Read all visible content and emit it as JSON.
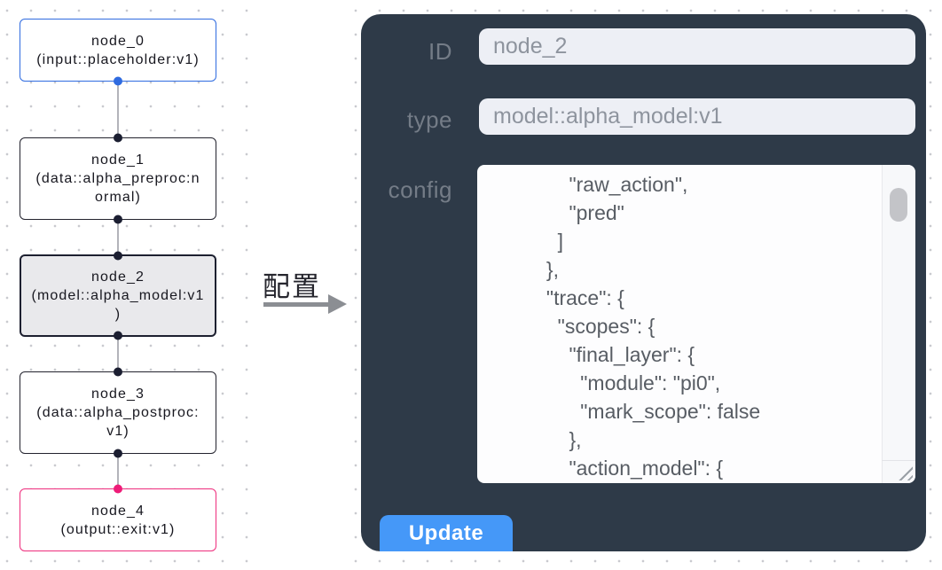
{
  "flow": {
    "nodes": [
      {
        "id": "node_0",
        "label": "node_0\n(input::placeholder:v1)"
      },
      {
        "id": "node_1",
        "label": "node_1\n(data::alpha_preproc:n\normal)"
      },
      {
        "id": "node_2",
        "label": "node_2\n(model::alpha_model:v1\n)"
      },
      {
        "id": "node_3",
        "label": "node_3\n(data::alpha_postproc:\nv1)"
      },
      {
        "id": "node_4",
        "label": "node_4\n(output::exit:v1)"
      }
    ],
    "arrow_label": "配置"
  },
  "panel": {
    "id_label": "ID",
    "id_value": "node_2",
    "type_label": "type",
    "type_value": "model::alpha_model:v1",
    "config_label": "config",
    "config_text": "              \"raw_action\",\n              \"pred\"\n            ]\n          },\n          \"trace\": {\n            \"scopes\": {\n              \"final_layer\": {\n                \"module\": \"pi0\",\n                \"mark_scope\": false\n              },\n              \"action_model\": {",
    "update_label": "Update"
  },
  "colors": {
    "panel_bg": "#2e3a48",
    "button_blue": "#4598f8",
    "input_node_border": "#2f6be0",
    "output_node_border": "#ee2d7c",
    "selected_node_bg": "#e9e9ec",
    "handle_dark": "#1b1e31"
  }
}
